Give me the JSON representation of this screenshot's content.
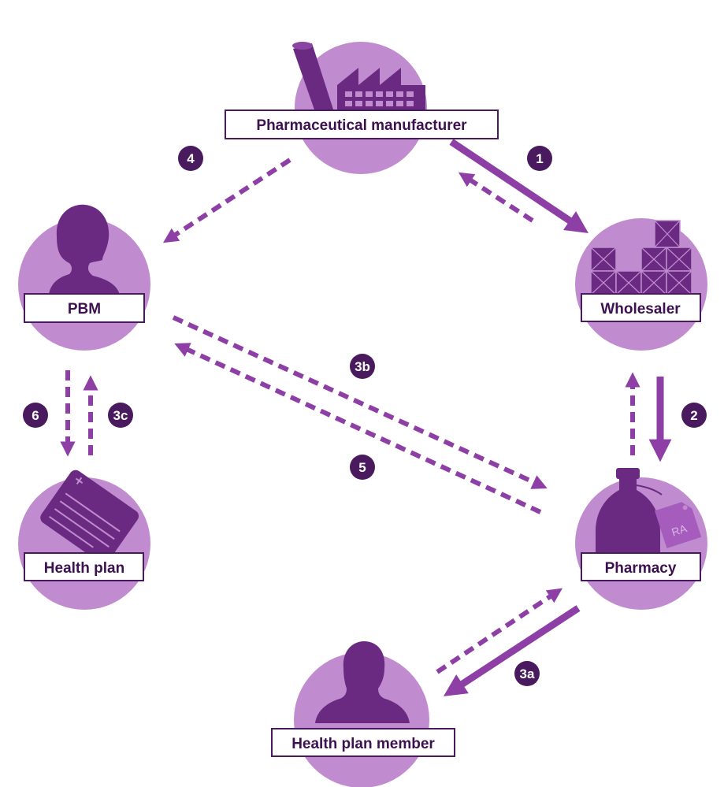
{
  "colors": {
    "circle_fill": "#c08ccf",
    "icon_fill": "#6b2a82",
    "arrow": "#8e3fa6",
    "badge_fill": "#4a1a5e",
    "label_border": "#4a1a5e",
    "label_text": "#3d1150"
  },
  "nodes": {
    "manufacturer": {
      "label": "Pharmaceutical manufacturer",
      "icon": "factory-icon"
    },
    "wholesaler": {
      "label": "Wholesaler",
      "icon": "crates-icon"
    },
    "pbm": {
      "label": "PBM",
      "icon": "person-silhouette-icon"
    },
    "health_plan": {
      "label": "Health plan",
      "icon": "insurance-card-icon"
    },
    "pharmacy": {
      "label": "Pharmacy",
      "icon": "medicine-bottle-icon",
      "tag_text": "RA"
    },
    "member": {
      "label": "Health plan member",
      "icon": "person-silhouette-icon"
    }
  },
  "steps": {
    "s1": "1",
    "s2": "2",
    "s3a": "3a",
    "s3b": "3b",
    "s3c": "3c",
    "s4": "4",
    "s5": "5",
    "s6": "6"
  }
}
